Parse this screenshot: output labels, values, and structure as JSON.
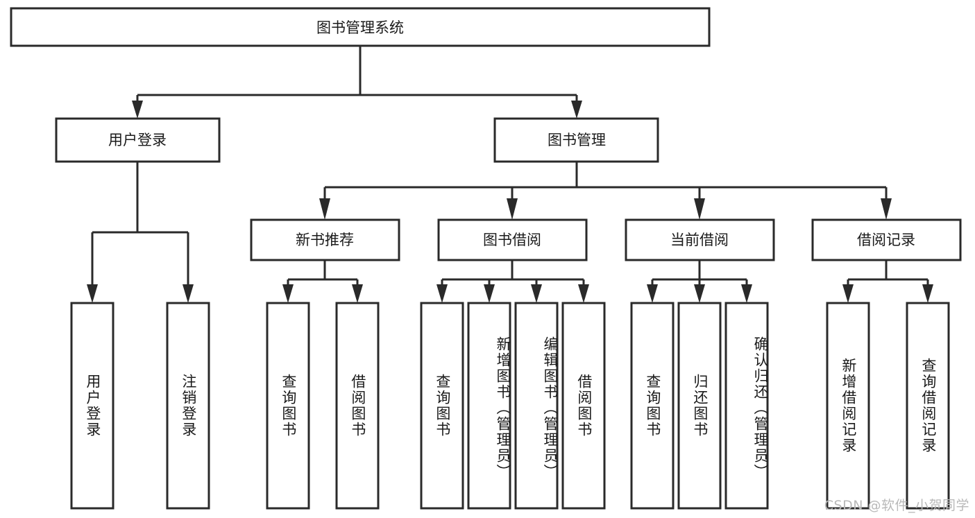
{
  "diagram": {
    "title": "图书管理系统",
    "watermark": "CSDN @软件_小贺同学",
    "type": "hierarchy-tree",
    "root": {
      "id": "root",
      "label": "图书管理系统"
    },
    "level1": [
      {
        "id": "user-login",
        "label": "用户登录"
      },
      {
        "id": "book-manage",
        "label": "图书管理"
      }
    ],
    "level2": [
      {
        "id": "new-book-recommend",
        "label": "新书推荐",
        "parent": "book-manage"
      },
      {
        "id": "book-borrow",
        "label": "图书借阅",
        "parent": "book-manage"
      },
      {
        "id": "current-borrow",
        "label": "当前借阅",
        "parent": "book-manage"
      },
      {
        "id": "borrow-record",
        "label": "借阅记录",
        "parent": "book-manage"
      }
    ],
    "leaves": {
      "user_login": [
        {
          "id": "leaf-user-login",
          "label": "用户登录"
        },
        {
          "id": "leaf-logout",
          "label": "注销登录"
        }
      ],
      "new_book_recommend": [
        {
          "id": "leaf-query-book-1",
          "label": "查询图书"
        },
        {
          "id": "leaf-borrow-book-1",
          "label": "借阅图书"
        }
      ],
      "book_borrow": [
        {
          "id": "leaf-query-book-2",
          "label": "查询图书"
        },
        {
          "id": "leaf-add-book",
          "label": "新增图书（管理员）"
        },
        {
          "id": "leaf-edit-book",
          "label": "编辑图书（管理员）"
        },
        {
          "id": "leaf-borrow-book-2",
          "label": "借阅图书"
        }
      ],
      "current_borrow": [
        {
          "id": "leaf-query-book-3",
          "label": "查询图书"
        },
        {
          "id": "leaf-return-book",
          "label": "归还图书"
        },
        {
          "id": "leaf-confirm-return",
          "label": "确认归还（管理员）"
        }
      ],
      "borrow_record": [
        {
          "id": "leaf-add-record",
          "label": "新增借阅记录"
        },
        {
          "id": "leaf-query-record",
          "label": "查询借阅记录"
        }
      ]
    },
    "colors": {
      "stroke": "#2a2a2a",
      "fill": "#ffffff",
      "text": "#1a1a1a",
      "watermark": "#b9b9b9"
    }
  }
}
